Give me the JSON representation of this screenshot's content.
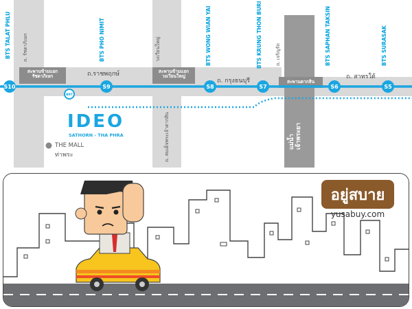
{
  "map": {
    "line_color": "#1ba6e1",
    "stations": [
      {
        "code": "S10",
        "name": "BTS TALAT PHLU"
      },
      {
        "code": "S9",
        "name": "BTS PHO NIMIT"
      },
      {
        "code": "S8",
        "name": "BTS WONG WIAN YAI"
      },
      {
        "code": "S7",
        "name": "BTS KRUNG THON BURI"
      },
      {
        "code": "S6",
        "name": "BTS SAPHAN TAKSIN"
      },
      {
        "code": "S5",
        "name": "BTS SURASAK"
      }
    ],
    "bridges": [
      {
        "line1": "สะพานข้ามแยก",
        "line2": "รัชดาภิเษก"
      },
      {
        "line1": "สะพานข้ามแยก",
        "line2": "วงเวียนใหญ่"
      },
      {
        "line1": "สะพานตากสิน",
        "line2": ""
      }
    ],
    "roads": {
      "ratchadaphisek": "ถ. รัชดาภิเษก",
      "ratchaphruek": "ถ.ราชพฤกษ์",
      "wongwianyai": "วงเวียนใหญ่",
      "krungthonburi": "ถ. กรุงธนบุรี",
      "charoenrat": "ถ. เจริญรัถ",
      "sathorntai": "ถ. สาทรใต้",
      "somdet": "ถ. สมเด็จพระเจ้าตากสิน"
    },
    "river": {
      "line1": "แม่น้ำ",
      "line2": "เจ้าพระยา"
    },
    "brt_label": "BRT",
    "project": {
      "name": "IDEO",
      "sub": "SATHORN - THA PHRA"
    },
    "mall": {
      "name": "THE MALL",
      "sub": "ท่าพระ"
    }
  },
  "ad": {
    "brand": "อยู่สบาย",
    "website": "yusabuy.com",
    "brand_color": "#8a5a2b"
  }
}
